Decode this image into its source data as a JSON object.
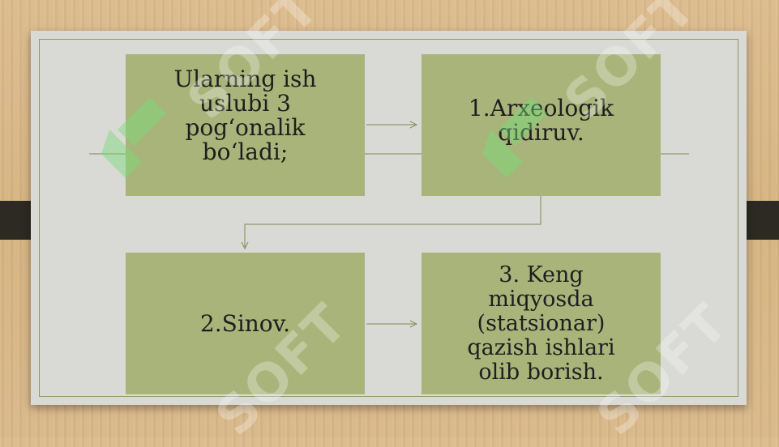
{
  "boxes": {
    "top_left": "Ularning  ish\nuslubi  3\npog‘onalik\nbo‘ladi;",
    "top_right": "1.Arxeologik\nqidiruv.",
    "bottom_left": "2.Sinov.",
    "bottom_right": "3. Keng\nmiqyosda\n(statsionar)\nqazish  ishlari\nolib  borish."
  },
  "watermark": {
    "text": "SOFT"
  },
  "colors": {
    "box": "#a8b47a",
    "panel": "#d9d9d5",
    "line": "#7f8a55",
    "background": "#d8b88a"
  }
}
